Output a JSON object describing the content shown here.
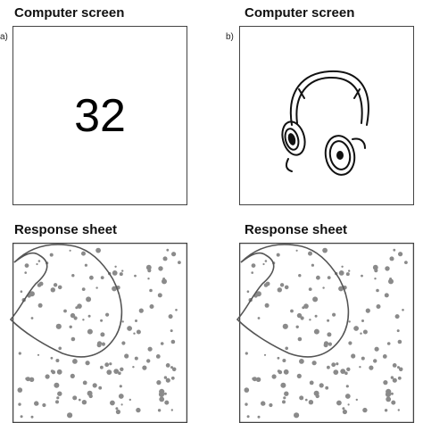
{
  "panel_a": {
    "label": "a)",
    "title": "Computer screen",
    "stimulus": "32",
    "response_title": "Response sheet"
  },
  "panel_b": {
    "label": "b)",
    "title": "Computer screen",
    "stimulus_icon": "headphones-icon",
    "response_title": "Response sheet"
  },
  "colors": {
    "frame": "#444444",
    "dots": "#8a8a8a",
    "outline": "#555555"
  }
}
